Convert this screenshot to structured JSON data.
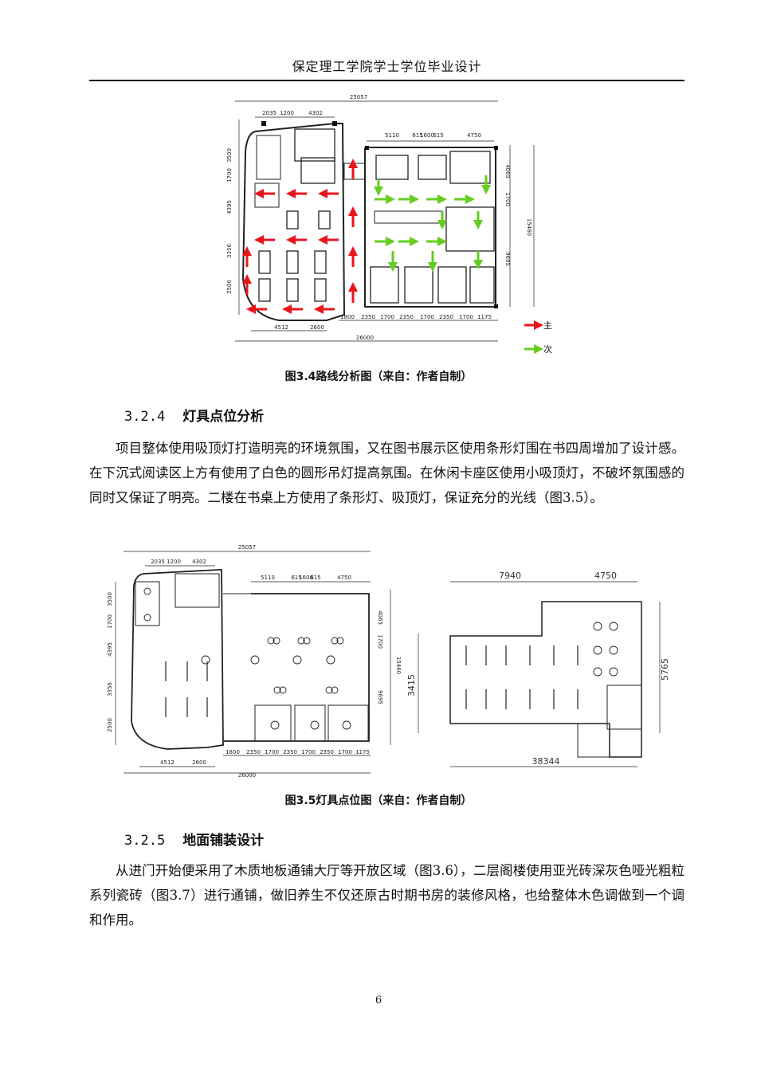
{
  "header": {
    "title": "保定理工学院学士学位毕业设计"
  },
  "figure1": {
    "dims": {
      "top_total": "25057",
      "top_a": "2035",
      "top_b": "1200",
      "top_c": "4302",
      "top_d": "5110",
      "top_e": "615",
      "top_f": "1600",
      "top_g": "615",
      "top_h": "4750",
      "left_1": "3500",
      "left_2": "1700",
      "left_3": "4395",
      "left_4": "3356",
      "left_5": "2500",
      "right_1": "4065",
      "right_2": "1700",
      "right_3": "9695",
      "right_total": "15460",
      "bot_1": "1800",
      "bot_2": "2350",
      "bot_3": "1700",
      "bot_4": "2350",
      "bot_5": "1700",
      "bot_6": "2350",
      "bot_7": "1700",
      "bot_8": "1175",
      "bot_9": "4512",
      "bot_10": "2600",
      "bot_total": "26000"
    },
    "legend": {
      "primary": "主",
      "secondary": "次"
    },
    "colors": {
      "primary": "#e8151b",
      "secondary": "#66cc22"
    },
    "caption": "图3.4路线分析图（来自：作者自制）"
  },
  "section_324": {
    "number": "3.2.4",
    "title": "灯具点位分析"
  },
  "paragraph_1": "项目整体使用吸顶灯打造明亮的环境氛围，又在图书展示区使用条形灯围在书四周增加了设计感。在下沉式阅读区上方有使用了白色的圆形吊灯提高氛围。在休闲卡座区使用小吸顶灯，不破坏氛围感的同时又保证了明亮。二楼在书桌上方使用了条形灯、吸顶灯，保证充分的光线（图3.5）。",
  "figure2": {
    "dims": {
      "top_total": "25057",
      "top_a": "2035",
      "top_b": "1200",
      "top_c": "4302",
      "top_d": "5110",
      "top_e": "615",
      "top_f": "1600",
      "top_g": "615",
      "top_h": "4750",
      "left_1": "3500",
      "left_2": "1700",
      "left_3": "4395",
      "left_4": "3356",
      "left_5": "2500",
      "right_1": "4065",
      "right_2": "1700",
      "right_3": "9695",
      "right_total": "15460",
      "bot_1": "1800",
      "bot_2": "2350",
      "bot_3": "1700",
      "bot_4": "2350",
      "bot_5": "1700",
      "bot_6": "2350",
      "bot_7": "1700",
      "bot_8": "1175",
      "bot_9": "4512",
      "bot_10": "2600",
      "bot_total": "26000",
      "upper_top_1": "7940",
      "upper_top_2": "4750",
      "upper_left": "3415",
      "upper_right": "5765",
      "upper_bottom": "38344"
    },
    "caption": "图3.5灯具点位图（来自：作者自制）"
  },
  "section_325": {
    "number": "3.2.5",
    "title": "地面铺装设计"
  },
  "paragraph_2": "从进门开始便采用了木质地板通铺大厅等开放区域（图3.6），二层阁楼使用亚光砖深灰色哑光粗粒系列瓷砖（图3.7）进行通铺，做旧养生不仅还原古时期书房的装修风格，也给整体木色调做到一个调和作用。",
  "page_number": "6"
}
